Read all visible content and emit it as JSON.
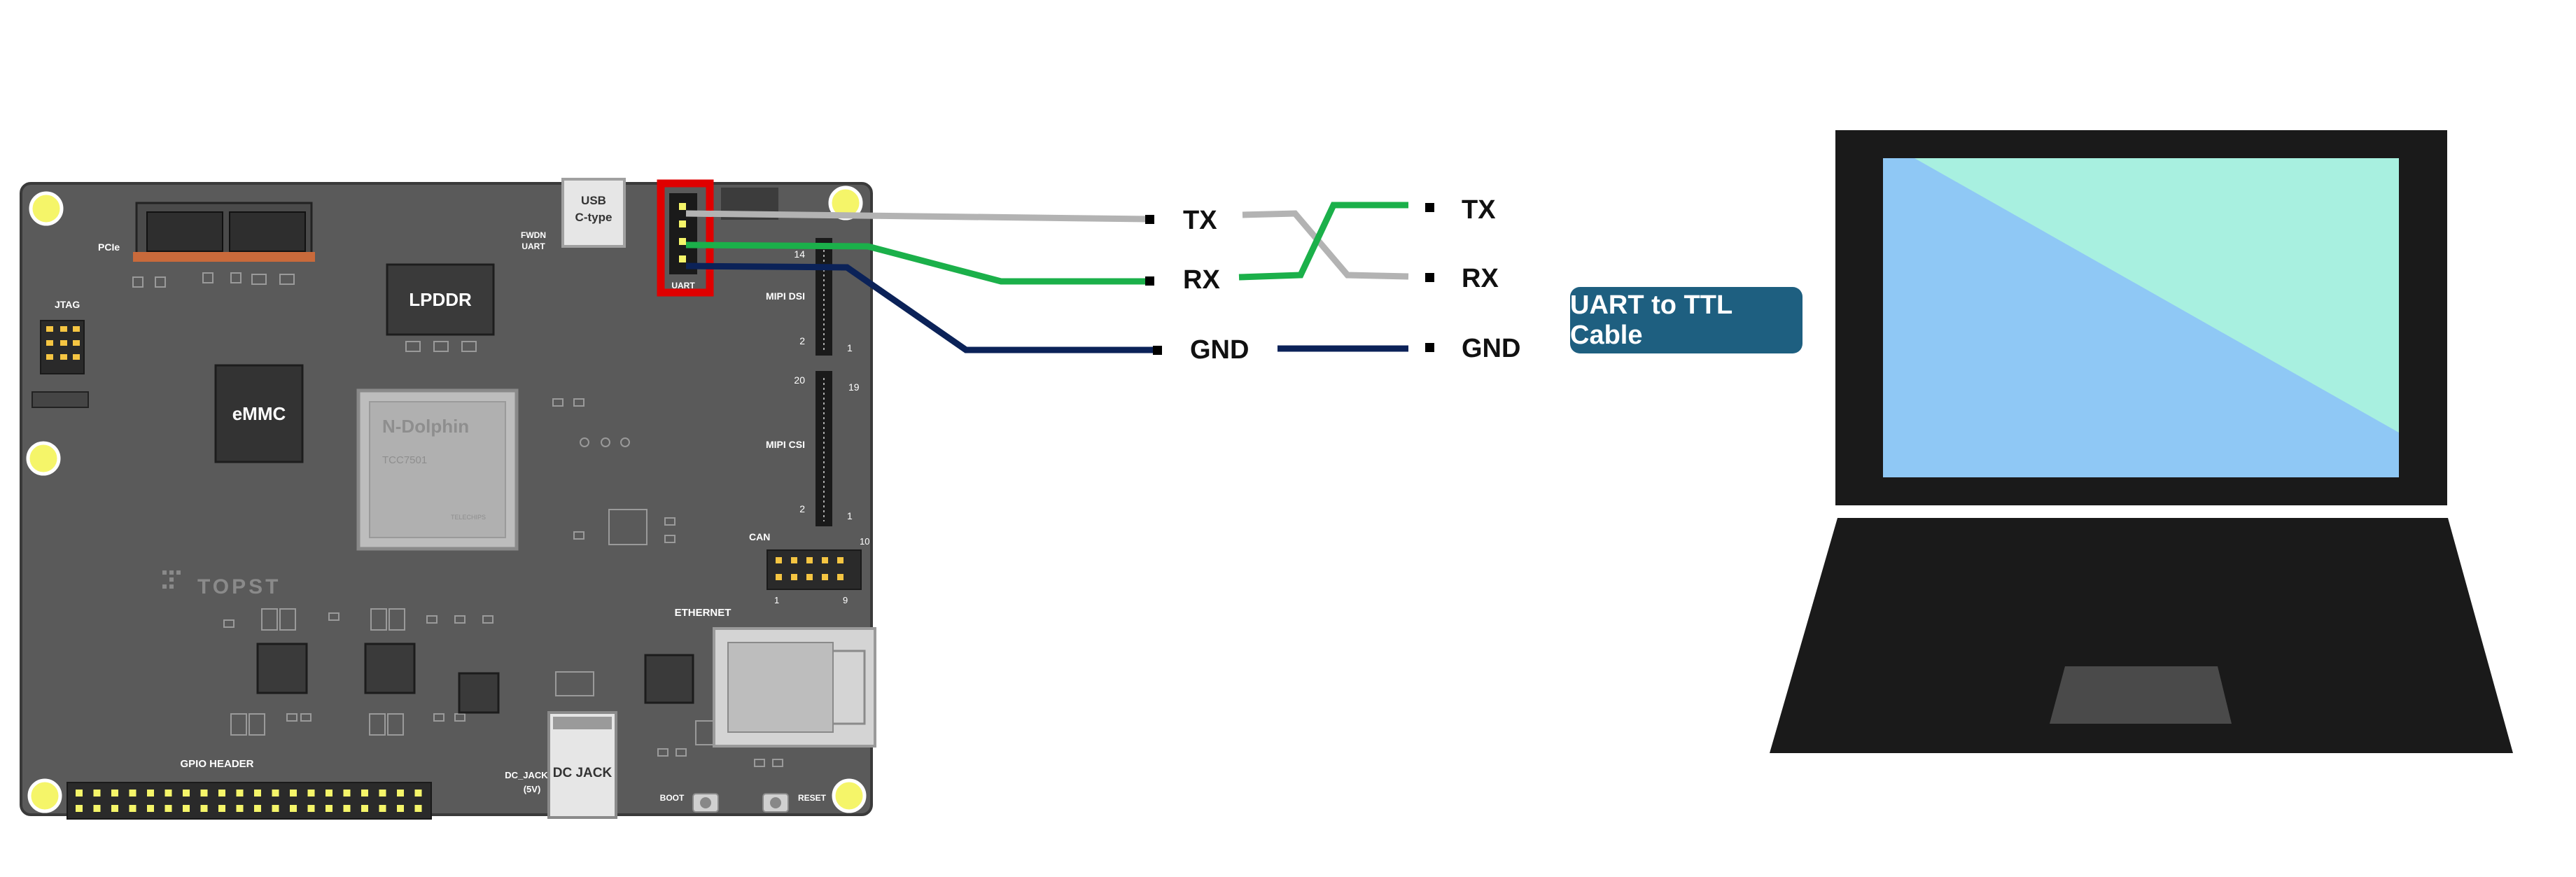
{
  "board": {
    "name": "N-Dolphin",
    "soc_part": "TCC7501",
    "soc_vendor": "TELECHIPS",
    "brand": "TOPST",
    "chips": {
      "lpddr": "LPDDR",
      "emmc": "eMMC"
    },
    "connectors": {
      "usb_line1": "USB",
      "usb_line2": "C-type",
      "pcie": "PCIe",
      "jtag": "JTAG",
      "fwdn_uart_line1": "FWDN",
      "fwdn_uart_line2": "UART",
      "uart_header": "UART",
      "mipi_dsi": "MIPI DSI",
      "mipi_csi": "MIPI CSI",
      "can": "CAN",
      "ethernet": "ETHERNET",
      "gpio_header": "GPIO HEADER",
      "dc_jack": "DC JACK",
      "dc_jack_label_line1": "DC_JACK",
      "dc_jack_label_line2": "(5V)",
      "boot": "BOOT",
      "reset": "RESET"
    },
    "pin_numbers": {
      "dsi_top": "14",
      "dsi_bottom_left": "2",
      "dsi_bottom_right": "1",
      "csi_top_left": "20",
      "csi_top_right": "19",
      "csi_bottom_left": "2",
      "csi_bottom_right": "1",
      "can_right": "10",
      "can_bottom_left": "1",
      "can_bottom_right": "9"
    }
  },
  "wiring": {
    "board_side": {
      "tx": "TX",
      "rx": "RX",
      "gnd": "GND"
    },
    "cable_side": {
      "tx": "TX",
      "rx": "RX",
      "gnd": "GND"
    }
  },
  "cable_label": "UART to TTL Cable",
  "colors": {
    "tx_wire": "#b3b3b3",
    "rx_wire": "#1bb04a",
    "gnd_wire": "#0b2258",
    "board_fill": "#5a5a5a",
    "highlight_box": "#e00000",
    "cable_badge": "#1e5f80",
    "laptop_body": "#1a1a1a",
    "screen_blue": "#8fc8f5",
    "screen_cyan": "#a8f0e0"
  }
}
